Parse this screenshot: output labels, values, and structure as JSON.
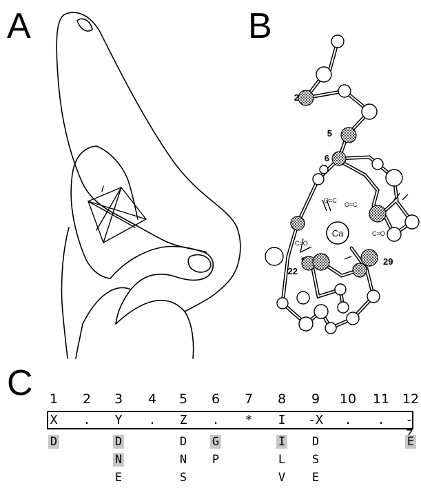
{
  "panels": {
    "a": "A",
    "b": "B",
    "c": "C"
  },
  "structure_labels": {
    "res2": "2",
    "res5": "5",
    "res6": "6",
    "res22": "22",
    "res29": "29",
    "ion": "Ca",
    "sidechain_a": "O=C",
    "sidechain_b": "O=C",
    "sidechain_c": "C=O",
    "sidechain_d": "C=O"
  },
  "motif": {
    "positions": [
      "1",
      "2",
      "3",
      "4",
      "5",
      "6",
      "7",
      "8",
      "9",
      "10",
      "11",
      "12"
    ],
    "symbols": [
      "X",
      ".",
      "Y",
      ".",
      "Z",
      ".",
      "*",
      "I",
      "-X",
      ".",
      ".",
      "-Z"
    ],
    "residues": [
      {
        "pos": 1,
        "letters": [
          "D"
        ],
        "highlight": [
          true
        ]
      },
      {
        "pos": 3,
        "letters": [
          "D",
          "N",
          "E"
        ],
        "highlight": [
          true,
          true,
          false
        ]
      },
      {
        "pos": 5,
        "letters": [
          "D",
          "N",
          "S"
        ],
        "highlight": [
          false,
          false,
          false
        ]
      },
      {
        "pos": 6,
        "letters": [
          "G",
          "P"
        ],
        "highlight": [
          true,
          false
        ]
      },
      {
        "pos": 8,
        "letters": [
          "I",
          "L",
          "V"
        ],
        "highlight": [
          true,
          false,
          false
        ]
      },
      {
        "pos": 9,
        "letters": [
          "D",
          "S",
          "E"
        ],
        "highlight": [
          false,
          false,
          false
        ]
      },
      {
        "pos": 12,
        "letters": [
          "E"
        ],
        "highlight": [
          true
        ]
      }
    ]
  }
}
